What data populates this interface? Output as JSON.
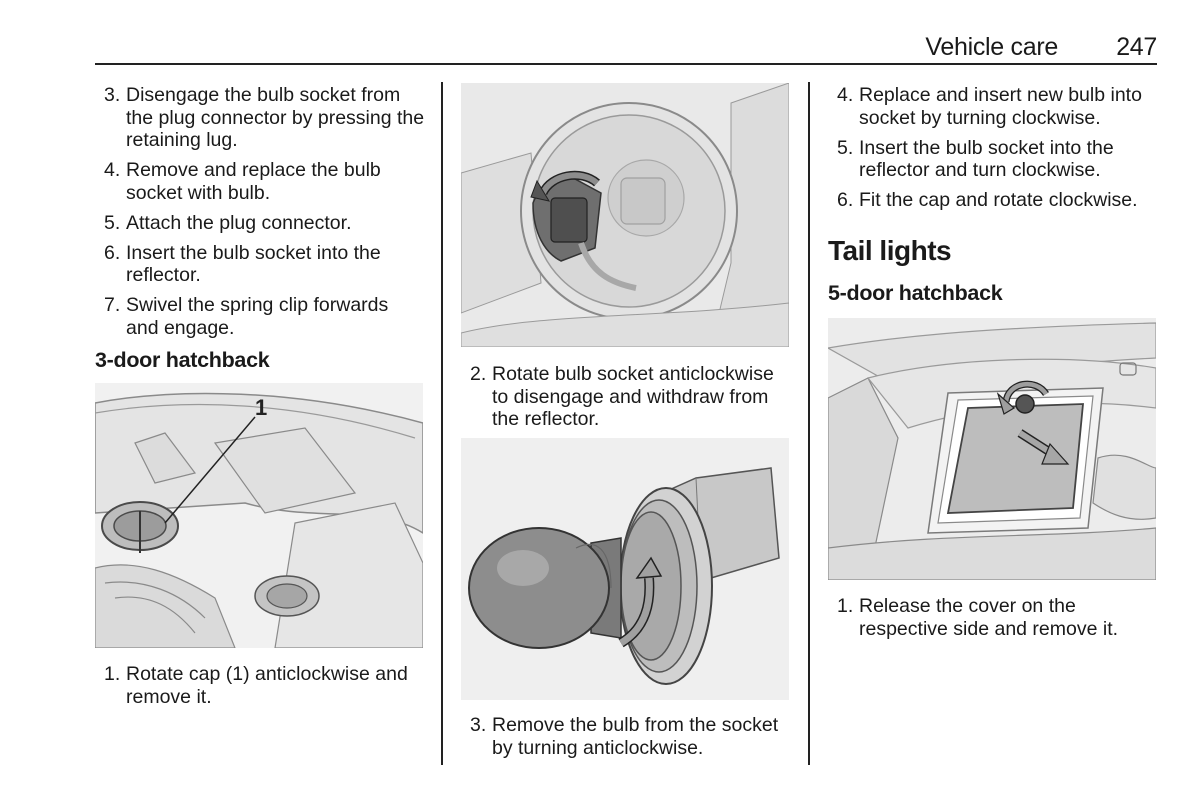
{
  "header": {
    "section_title": "Vehicle care",
    "page_number": "247"
  },
  "col1": {
    "steps": [
      {
        "num": "3.",
        "text": "Disengage the bulb socket from the plug connector by pressing the retaining lug."
      },
      {
        "num": "4.",
        "text": "Remove and replace the bulb socket with bulb."
      },
      {
        "num": "5.",
        "text": "Attach the plug connector."
      },
      {
        "num": "6.",
        "text": "Insert the bulb socket into the reflector."
      },
      {
        "num": "7.",
        "text": "Swivel the spring clip forwards and engage."
      }
    ],
    "heading": "3-door hatchback",
    "figure_callout": "1",
    "after_figure_step": {
      "num": "1.",
      "text": "Rotate cap (1) anticlockwise and remove it."
    }
  },
  "col2": {
    "step_2": {
      "num": "2.",
      "text": "Rotate bulb socket anticlockwise to disengage and withdraw from the reflector."
    },
    "step_3": {
      "num": "3.",
      "text": "Remove the bulb from the socket by turning anticlockwise."
    }
  },
  "col3": {
    "steps": [
      {
        "num": "4.",
        "text": "Replace and insert new bulb into socket by turning clockwise."
      },
      {
        "num": "5.",
        "text": "Insert the bulb socket into the reflector and turn clockwise."
      },
      {
        "num": "6.",
        "text": "Fit the cap and rotate clockwise."
      }
    ],
    "heading_main": "Tail lights",
    "heading_sub": "5-door hatchback",
    "after_figure_step": {
      "num": "1.",
      "text": "Release the cover on the respective side and remove it."
    }
  }
}
